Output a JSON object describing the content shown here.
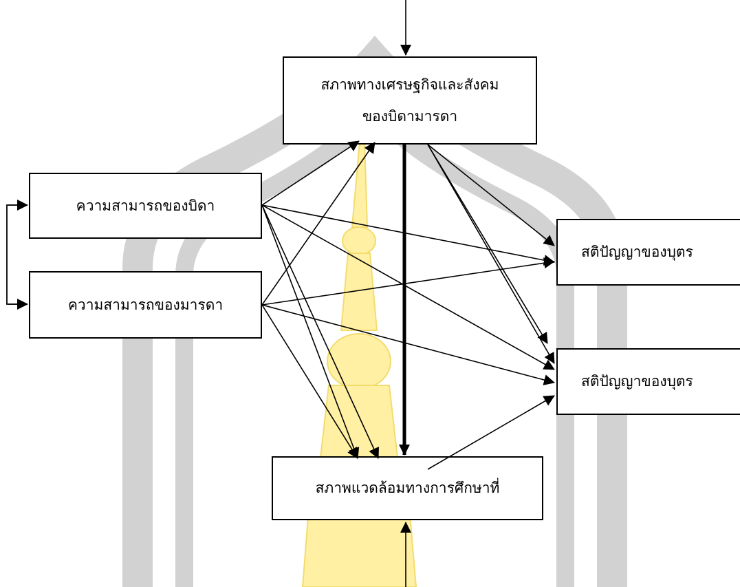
{
  "diagram": {
    "watermark_colors": {
      "arch": "#cfcfcf",
      "tower": "#ffef9e"
    },
    "line_color": "#000000",
    "nodes": {
      "econ": {
        "line1": "สภาพทางเศรษฐกิจและสังคม",
        "line2": "ของบิดามารดา"
      },
      "father": {
        "label": "ความสามารถของบิดา"
      },
      "mother": {
        "label": "ความสามารถของมารดา"
      },
      "iq1": {
        "label": "สติปัญญาของบุตร"
      },
      "iq2": {
        "label": "สติปัญญาของบุตร"
      },
      "env": {
        "label": "สภาพแวดล้อมทางการศึกษาที่"
      }
    }
  }
}
